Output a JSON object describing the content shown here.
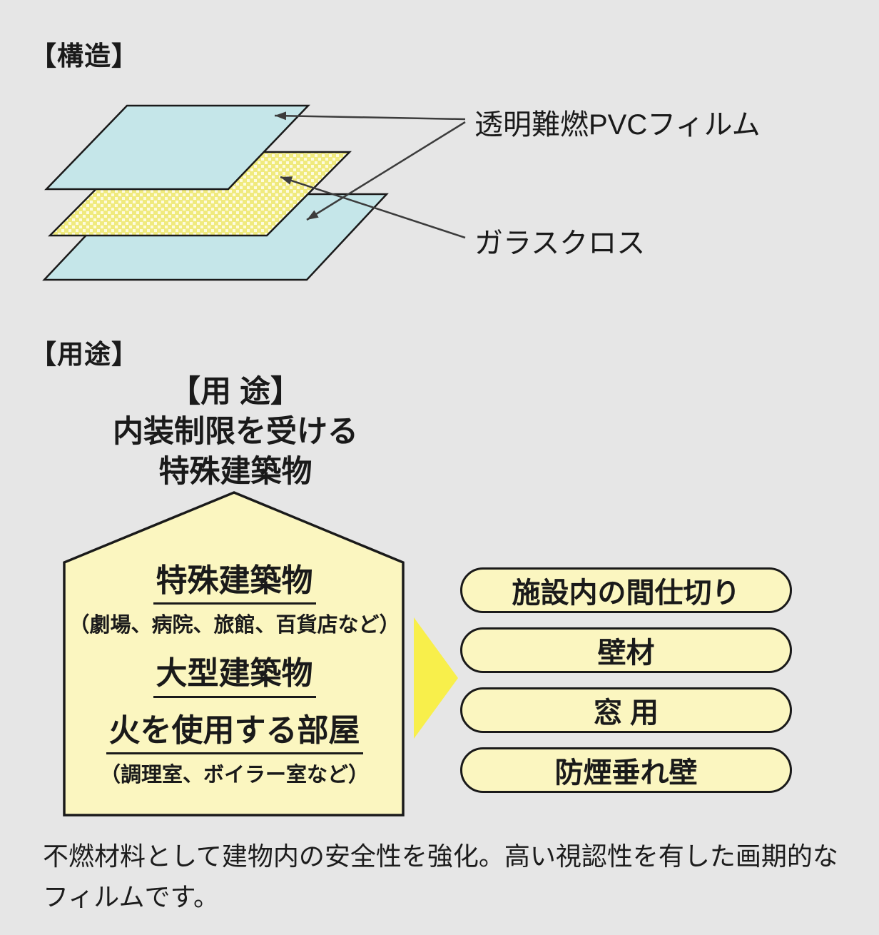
{
  "page": {
    "background": "#e6e6e6"
  },
  "structure": {
    "heading": "【構造】",
    "film_label": "透明難燃PVCフィルム",
    "glass_label": "ガラスクロス",
    "colors": {
      "film_layer": "#c5e6e9",
      "glass_layer": "#f0ea7e",
      "glass_dot": "#fdfbdf",
      "outline": "#1a1a1a",
      "arrow_line": "#3c3c3c"
    }
  },
  "usage": {
    "heading": "【用途】",
    "house": {
      "title_lines": [
        "【用 途】",
        "内装制限を受ける",
        "特殊建築物"
      ],
      "items": [
        {
          "label": "特殊建築物",
          "note": "（劇場、病院、旅館、百貨店など）"
        },
        {
          "label": "大型建築物"
        },
        {
          "label": "火を使用する部屋",
          "note": "（調理室、ボイラー室など）"
        }
      ],
      "fill": "#fbf6c0"
    },
    "arrow_color": "#f8ef4b",
    "pill_fill": "#fbf6c0",
    "applications": [
      "施設内の間仕切り",
      "壁材",
      "窓 用",
      "防煙垂れ壁"
    ]
  },
  "footer": {
    "lines": [
      "不燃材料として建物内の安全性を強化。高い視認性を有した画期的な",
      "フィルムです。"
    ]
  }
}
